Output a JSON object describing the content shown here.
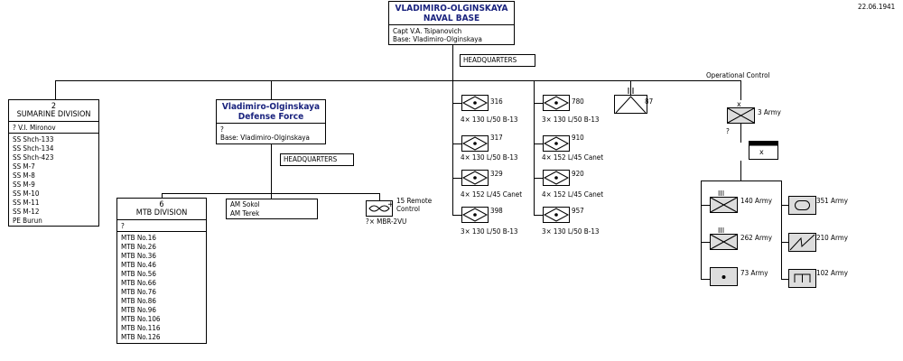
{
  "date": "22.06.1941",
  "top": {
    "title1": "VLADIMIRO-OLGINSKAYA",
    "title2": "NAVAL BASE",
    "commander": "Capt  V.A. Tsipanovich",
    "base": "Base:  Vladimiro-Olginskaya",
    "hq": "HEADQUARTERS"
  },
  "operational_control": "Operational Control",
  "sub_div": {
    "number": "2",
    "title": "SUMARINE DIVISION",
    "commander": "?  V.I. Mironov",
    "items": [
      "SS  Shch-133",
      "SS  Shch-134",
      "SS  Shch-423",
      "SS  M-7",
      "SS  M-8",
      "SS  M-9",
      "SS  M-10",
      "SS  M-11",
      "SS  M-12",
      "PE  Burun"
    ]
  },
  "defense": {
    "title1": "Vladimiro-Olginskaya",
    "title2": "Defense Force",
    "commander": "?",
    "base": "Base:  Vladimiro-Olginskaya",
    "hq": "HEADQUARTERS"
  },
  "mtb": {
    "number": "6",
    "title": "MTB DIVISION",
    "commander": "?",
    "items": [
      "MTB  No.16",
      "MTB  No.26",
      "MTB  No.36",
      "MTB  No.46",
      "MTB  No.56",
      "MTB  No.66",
      "MTB  No.76",
      "MTB  No.86",
      "MTB  No.96",
      "MTB  No.106",
      "MTB  No.116",
      "MTB  No.126"
    ]
  },
  "am": {
    "items": [
      "AM  Sokol",
      "AM  Terek"
    ]
  },
  "remote": {
    "label1": "15 Remote",
    "label2": "Control",
    "sub": "?× MBR-2VU"
  },
  "batteries": [
    {
      "num": "316",
      "arm": "4× 130 L/50 B-13"
    },
    {
      "num": "317",
      "arm": "4× 130 L/50 B-13"
    },
    {
      "num": "329",
      "arm": "4× 152 L/45 Canet"
    },
    {
      "num": "398",
      "arm": "3× 130 L/50 B-13"
    },
    {
      "num": "780",
      "arm": "3× 130 L/50 B-13"
    },
    {
      "num": "910",
      "arm": "4× 152 L/45 Canet"
    },
    {
      "num": "920",
      "arm": "4× 152 L/45 Canet"
    },
    {
      "num": "957",
      "arm": "3× 130 L/50 B-13"
    }
  ],
  "unit87": "87",
  "army3": {
    "label": "3 Army",
    "q": "?"
  },
  "armies": {
    "a140": "140 Army",
    "a262": "262 Army",
    "a73": "73 Army",
    "a351": "351 Army",
    "a210": "210 Army",
    "a102": "102 Army"
  }
}
